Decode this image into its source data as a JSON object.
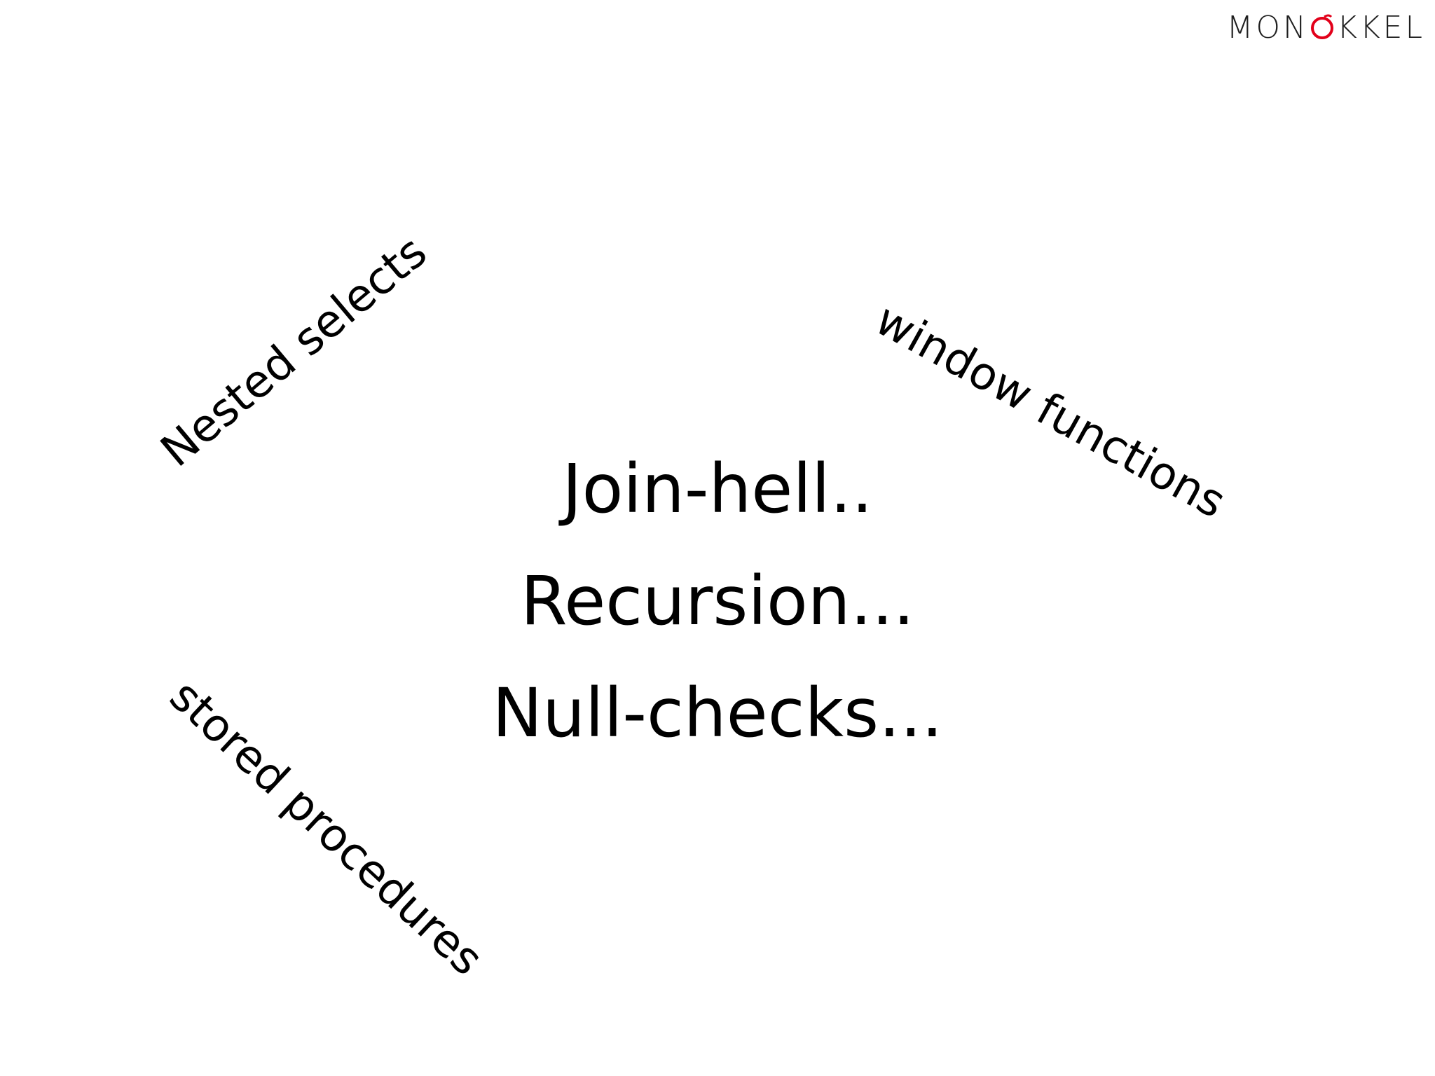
{
  "logo": {
    "left_text": "MON",
    "right_text": "KKEL",
    "accent_color": "#e2001a",
    "mark_icon": "monocle-ring-icon"
  },
  "center": {
    "lines": [
      "Join-hell..",
      "Recursion...",
      "Null-checks..."
    ]
  },
  "labels": {
    "nested_selects": "Nested selects",
    "window_functions": "window functions",
    "stored_procedures": "stored procedures"
  }
}
